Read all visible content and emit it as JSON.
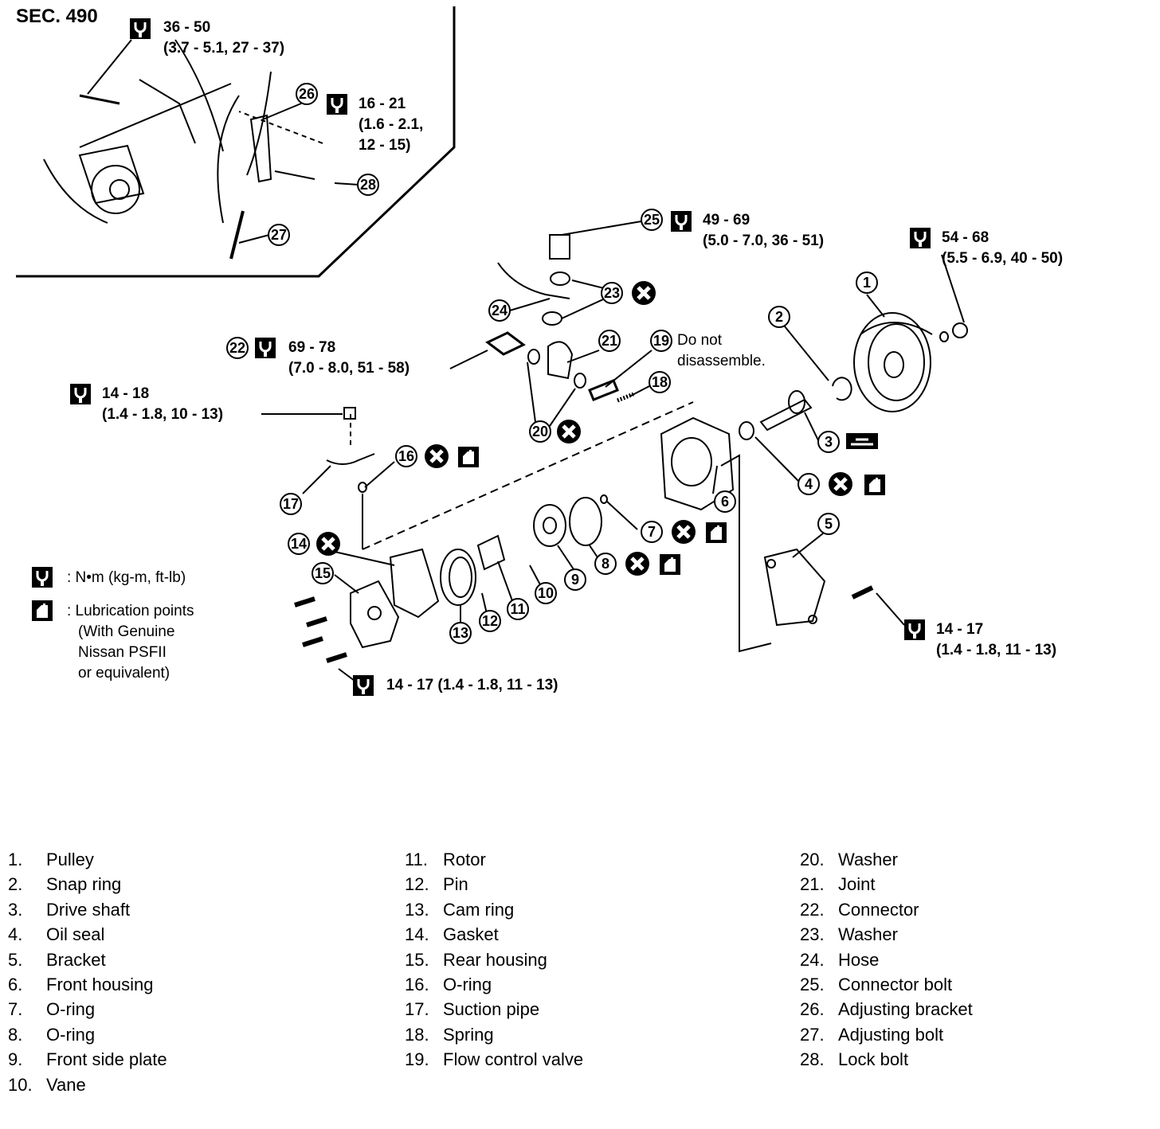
{
  "section": "SEC. 490",
  "torque_specs": {
    "t1": [
      "36 - 50",
      "(3.7 - 5.1, 27 - 37)"
    ],
    "t2": [
      "16 - 21",
      "(1.6 - 2.1,",
      "12 - 15)"
    ],
    "t3": [
      "49 - 69",
      "(5.0 - 7.0, 36 - 51)"
    ],
    "t4": [
      "54 - 68",
      "(5.5 - 6.9, 40 - 50)"
    ],
    "t5": [
      "69 - 78",
      "(7.0 - 8.0, 51 - 58)"
    ],
    "t6": [
      "14 - 18",
      "(1.4 - 1.8, 10 - 13)"
    ],
    "t7": [
      "14 - 17",
      "(1.4 - 1.8, 11 - 13)"
    ],
    "t8": "14 - 17 (1.4 - 1.8, 11 - 13)"
  },
  "note": [
    "Do not",
    "disassemble."
  ],
  "legend": {
    "torque_unit": ": N•m (kg-m, ft-lb)",
    "lubrication": [
      ": Lubrication points",
      "(With Genuine",
      "Nissan PSFII",
      "or equivalent)"
    ]
  },
  "callouts": [
    "1",
    "2",
    "3",
    "4",
    "5",
    "6",
    "7",
    "8",
    "9",
    "10",
    "11",
    "12",
    "13",
    "14",
    "15",
    "16",
    "17",
    "18",
    "19",
    "20",
    "21",
    "22",
    "23",
    "24",
    "25",
    "26",
    "27",
    "28"
  ],
  "icons": [
    "torque-wrench-icon",
    "lubrication-icon",
    "replace-x-icon",
    "cap-icon"
  ],
  "parts_list": [
    [
      {
        "n": "1.",
        "t": "Pulley"
      },
      {
        "n": "2.",
        "t": "Snap ring"
      },
      {
        "n": "3.",
        "t": "Drive shaft"
      },
      {
        "n": "4.",
        "t": "Oil seal"
      },
      {
        "n": "5.",
        "t": "Bracket"
      },
      {
        "n": "6.",
        "t": "Front housing"
      },
      {
        "n": "7.",
        "t": "O-ring"
      },
      {
        "n": "8.",
        "t": "O-ring"
      },
      {
        "n": "9.",
        "t": "Front side plate"
      },
      {
        "n": "10.",
        "t": "Vane"
      }
    ],
    [
      {
        "n": "11.",
        "t": "Rotor"
      },
      {
        "n": "12.",
        "t": "Pin"
      },
      {
        "n": "13.",
        "t": "Cam ring"
      },
      {
        "n": "14.",
        "t": "Gasket"
      },
      {
        "n": "15.",
        "t": "Rear housing"
      },
      {
        "n": "16.",
        "t": "O-ring"
      },
      {
        "n": "17.",
        "t": "Suction pipe"
      },
      {
        "n": "18.",
        "t": "Spring"
      },
      {
        "n": "19.",
        "t": "Flow control valve"
      }
    ],
    [
      {
        "n": "20.",
        "t": "Washer"
      },
      {
        "n": "21.",
        "t": "Joint"
      },
      {
        "n": "22.",
        "t": "Connector"
      },
      {
        "n": "23.",
        "t": "Washer"
      },
      {
        "n": "24.",
        "t": "Hose"
      },
      {
        "n": "25.",
        "t": "Connector bolt"
      },
      {
        "n": "26.",
        "t": "Adjusting bracket"
      },
      {
        "n": "27.",
        "t": "Adjusting bolt"
      },
      {
        "n": "28.",
        "t": "Lock bolt"
      }
    ]
  ]
}
